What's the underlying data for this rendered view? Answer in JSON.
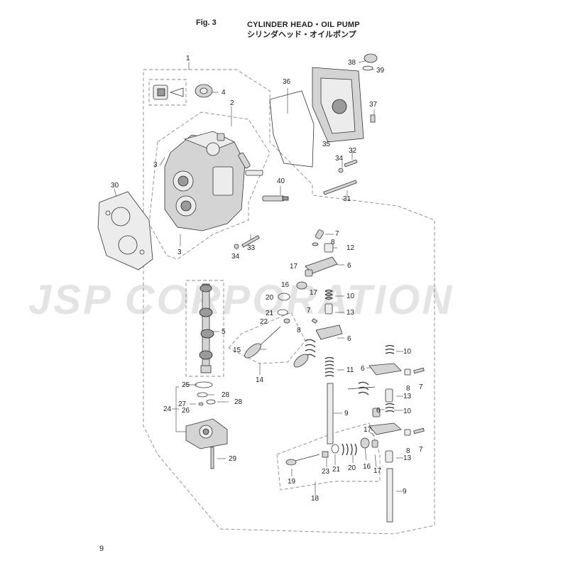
{
  "header": {
    "fig_label": "Fig. 3",
    "title": "CYLINDER HEAD・OIL PUMP",
    "title_jp": "シリンダヘッド・オイルポンプ"
  },
  "watermark": "JSP CORPORATION",
  "page_number": "9",
  "callouts": [
    {
      "id": "c1",
      "label": "1"
    },
    {
      "id": "c2",
      "label": "2"
    },
    {
      "id": "c3a",
      "label": "3"
    },
    {
      "id": "c3b",
      "label": "3"
    },
    {
      "id": "c4",
      "label": "4"
    },
    {
      "id": "c5",
      "label": "5"
    },
    {
      "id": "c6a",
      "label": "6"
    },
    {
      "id": "c6b",
      "label": "6"
    },
    {
      "id": "c6c",
      "label": "6"
    },
    {
      "id": "c6d",
      "label": "6"
    },
    {
      "id": "c7a",
      "label": "7"
    },
    {
      "id": "c7b",
      "label": "7"
    },
    {
      "id": "c7c",
      "label": "7"
    },
    {
      "id": "c7d",
      "label": "7"
    },
    {
      "id": "c8a",
      "label": "8"
    },
    {
      "id": "c8b",
      "label": "8"
    },
    {
      "id": "c8c",
      "label": "8"
    },
    {
      "id": "c8d",
      "label": "8"
    },
    {
      "id": "c9a",
      "label": "9"
    },
    {
      "id": "c9b",
      "label": "9"
    },
    {
      "id": "c10a",
      "label": "10"
    },
    {
      "id": "c10b",
      "label": "10"
    },
    {
      "id": "c10c",
      "label": "10"
    },
    {
      "id": "c11",
      "label": "11"
    },
    {
      "id": "c12",
      "label": "12"
    },
    {
      "id": "c13a",
      "label": "13"
    },
    {
      "id": "c13b",
      "label": "13"
    },
    {
      "id": "c13c",
      "label": "13"
    },
    {
      "id": "c14",
      "label": "14"
    },
    {
      "id": "c15",
      "label": "15"
    },
    {
      "id": "c16a",
      "label": "16"
    },
    {
      "id": "c16b",
      "label": "16"
    },
    {
      "id": "c17a",
      "label": "17"
    },
    {
      "id": "c17b",
      "label": "17"
    },
    {
      "id": "c17c",
      "label": "17"
    },
    {
      "id": "c17d",
      "label": "17"
    },
    {
      "id": "c18",
      "label": "18"
    },
    {
      "id": "c19",
      "label": "19"
    },
    {
      "id": "c20a",
      "label": "20"
    },
    {
      "id": "c20b",
      "label": "20"
    },
    {
      "id": "c21a",
      "label": "21"
    },
    {
      "id": "c21b",
      "label": "21"
    },
    {
      "id": "c22",
      "label": "22"
    },
    {
      "id": "c23",
      "label": "23"
    },
    {
      "id": "c24",
      "label": "24"
    },
    {
      "id": "c25",
      "label": "25"
    },
    {
      "id": "c26",
      "label": "26"
    },
    {
      "id": "c27",
      "label": "27"
    },
    {
      "id": "c28a",
      "label": "28"
    },
    {
      "id": "c28b",
      "label": "28"
    },
    {
      "id": "c29",
      "label": "29"
    },
    {
      "id": "c30",
      "label": "30"
    },
    {
      "id": "c31",
      "label": "31"
    },
    {
      "id": "c32",
      "label": "32"
    },
    {
      "id": "c33",
      "label": "33"
    },
    {
      "id": "c34a",
      "label": "34"
    },
    {
      "id": "c34b",
      "label": "34"
    },
    {
      "id": "c35",
      "label": "35"
    },
    {
      "id": "c36",
      "label": "36"
    },
    {
      "id": "c37",
      "label": "37"
    },
    {
      "id": "c38",
      "label": "38"
    },
    {
      "id": "c39",
      "label": "39"
    },
    {
      "id": "c40",
      "label": "40"
    }
  ]
}
